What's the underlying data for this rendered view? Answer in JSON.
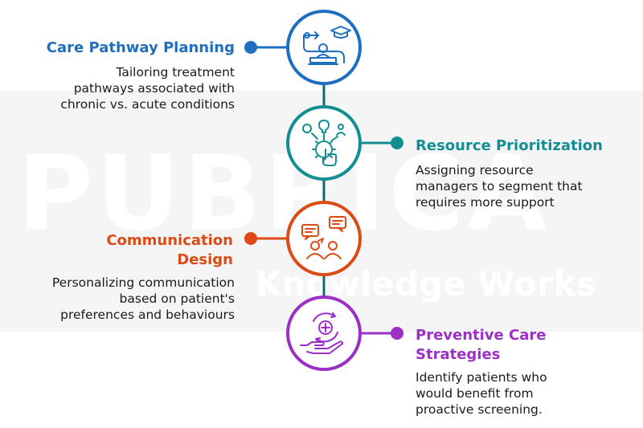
{
  "watermark": {
    "brand": "PUBRICA",
    "tagline": "Knowledge Works"
  },
  "colors": {
    "blue": "#1f6fc1",
    "teal": "#138f93",
    "orange": "#dc4b15",
    "purple": "#9b2fc6"
  },
  "steps": [
    {
      "title_lines": [
        "Care Pathway Planning"
      ],
      "desc_lines": [
        "Tailoring treatment",
        "pathways associated with",
        "chronic vs. acute conditions"
      ],
      "icon": "education-pathway-icon"
    },
    {
      "title_lines": [
        "Resource Prioritization"
      ],
      "desc_lines": [
        "Assigning resource",
        "managers to segment that",
        "requires more support"
      ],
      "icon": "resource-gear-hand-icon"
    },
    {
      "title_lines": [
        "Communication",
        "Design"
      ],
      "desc_lines": [
        "Personalizing communication",
        "based on patient's",
        "preferences and behaviours"
      ],
      "icon": "chat-people-icon"
    },
    {
      "title_lines": [
        "Preventive Care",
        "Strategies"
      ],
      "desc_lines": [
        "Identify patients who",
        "would benefit from",
        "proactive screening."
      ],
      "icon": "hand-care-cycle-icon"
    }
  ]
}
